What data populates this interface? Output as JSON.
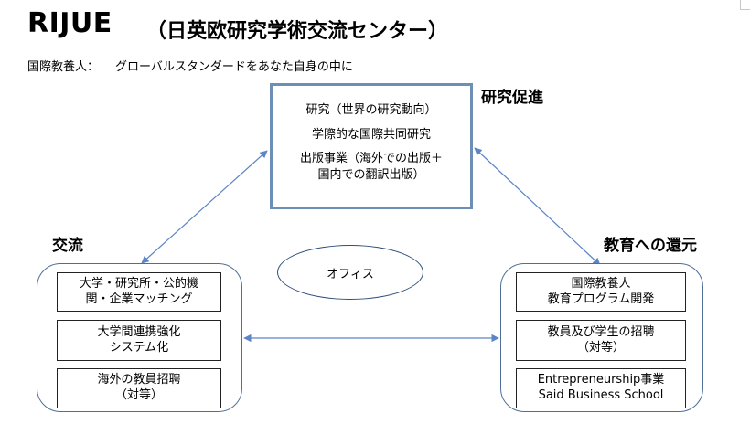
{
  "header": {
    "title": "RIJUE",
    "subtitle": "（日英欧研究学術交流センター）",
    "tagline_label": "国際教養人：",
    "tagline_text": "グローバルスタンダードをあなた自身の中に"
  },
  "center": {
    "label": "研究促進",
    "lines": [
      "研究（世界の研究動向）",
      "学際的な国際共同研究",
      "出版事業（海外での出版＋",
      "国内での翻訳出版）"
    ]
  },
  "left": {
    "label": "交流",
    "items": [
      [
        "大学・研究所・公的機",
        "関・企業マッチング"
      ],
      [
        "大学間連携強化",
        "システム化"
      ],
      [
        "海外の教員招聘",
        "（対等）"
      ]
    ]
  },
  "right": {
    "label": "教育への還元",
    "items": [
      [
        "国際教養人",
        "教育プログラム開発"
      ],
      [
        "教員及び学生の招聘",
        "（対等）"
      ],
      [
        "Entrepreneurship事業",
        "Said Business School"
      ]
    ]
  },
  "office": {
    "label": "オフィス"
  },
  "colors": {
    "arrow": "#5b86c5",
    "box_border": "#6d8fb6",
    "group_border": "#4f6f99"
  }
}
